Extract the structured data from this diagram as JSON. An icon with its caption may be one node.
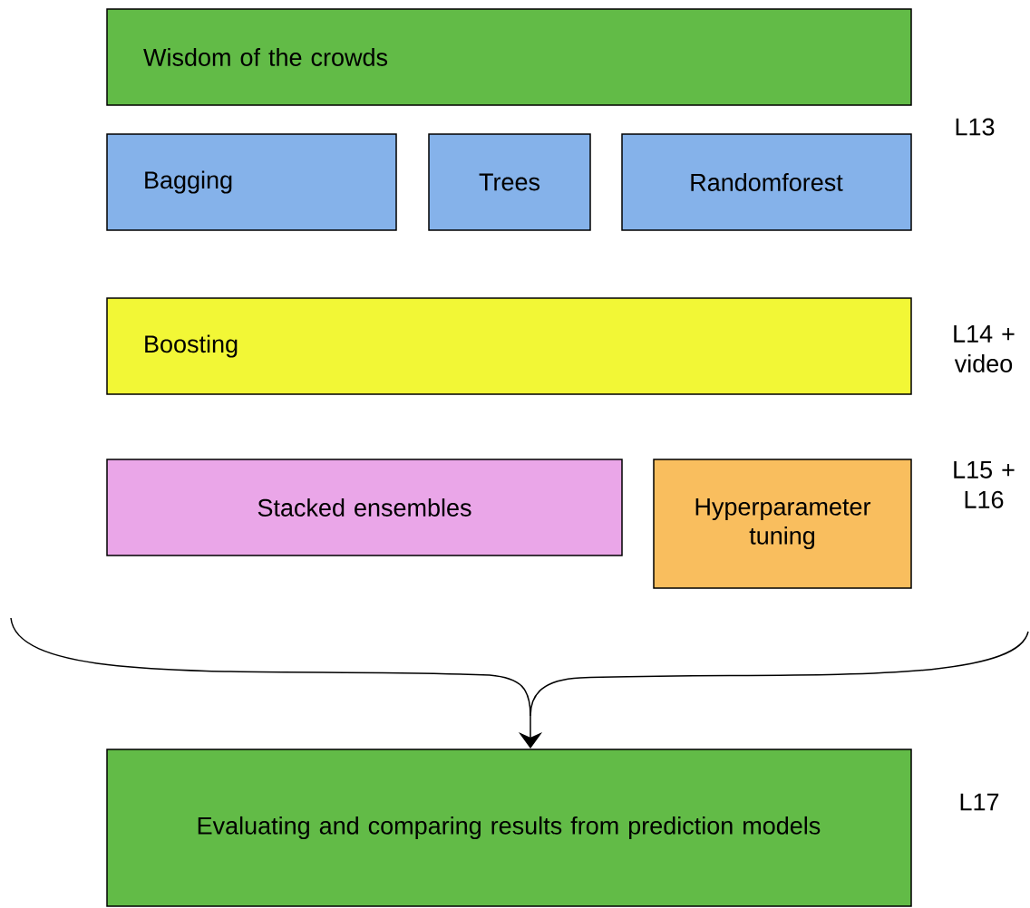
{
  "diagram": {
    "nodes": [
      {
        "text": [
          "Wisdom of the crowds"
        ]
      },
      {
        "text": [
          "Bagging"
        ]
      },
      {
        "text": [
          "Trees"
        ]
      },
      {
        "text": [
          "Randomforest"
        ]
      },
      {
        "text": [
          "Boosting"
        ]
      },
      {
        "text": [
          "Stacked ensembles"
        ]
      },
      {
        "text": [
          "Hyperparameter tuning"
        ]
      },
      {
        "text": [
          "Evaluating and comparing results from prediction models"
        ]
      }
    ],
    "edges": [
      {
        "from": null,
        "to": 7,
        "arrow": "to"
      }
    ],
    "labels": [
      "L13",
      "L14 + video",
      "L15 + L16",
      "L17"
    ]
  }
}
